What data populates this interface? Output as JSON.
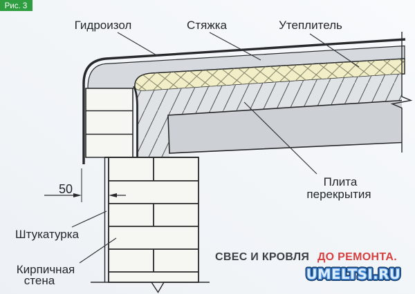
{
  "badge": {
    "label": "Рис. 3"
  },
  "labels": {
    "waterproofing": "Гидроизол",
    "screed": "Стяжка",
    "insulation": "Утеплитель",
    "slab_line1": "Плита",
    "slab_line2": "перекрытия",
    "plaster": "Штукатурка",
    "brick_wall_line1": "Кирпичная",
    "brick_wall_line2": "стена"
  },
  "dimension": {
    "overhang_mm": "50"
  },
  "caption": {
    "text_normal": "СВЕС И КРОВЛЯ",
    "text_accent": "ДО РЕМОНТА."
  },
  "watermark": {
    "text": "UMELTSI.RU"
  },
  "colors": {
    "badge_green": "#2f9e41",
    "caption_normal": "#3b4046",
    "caption_accent": "#d6403f",
    "insulation_fill": "#f2efc8",
    "screed_fill": "#d6dade",
    "hatch_layer_fill": "#e0e3e6",
    "slab_fill": "#cdd1d5",
    "masonry_fill": "#f6f6f2",
    "background_top": "#f8fafc",
    "background_bottom": "#edf1f5"
  }
}
